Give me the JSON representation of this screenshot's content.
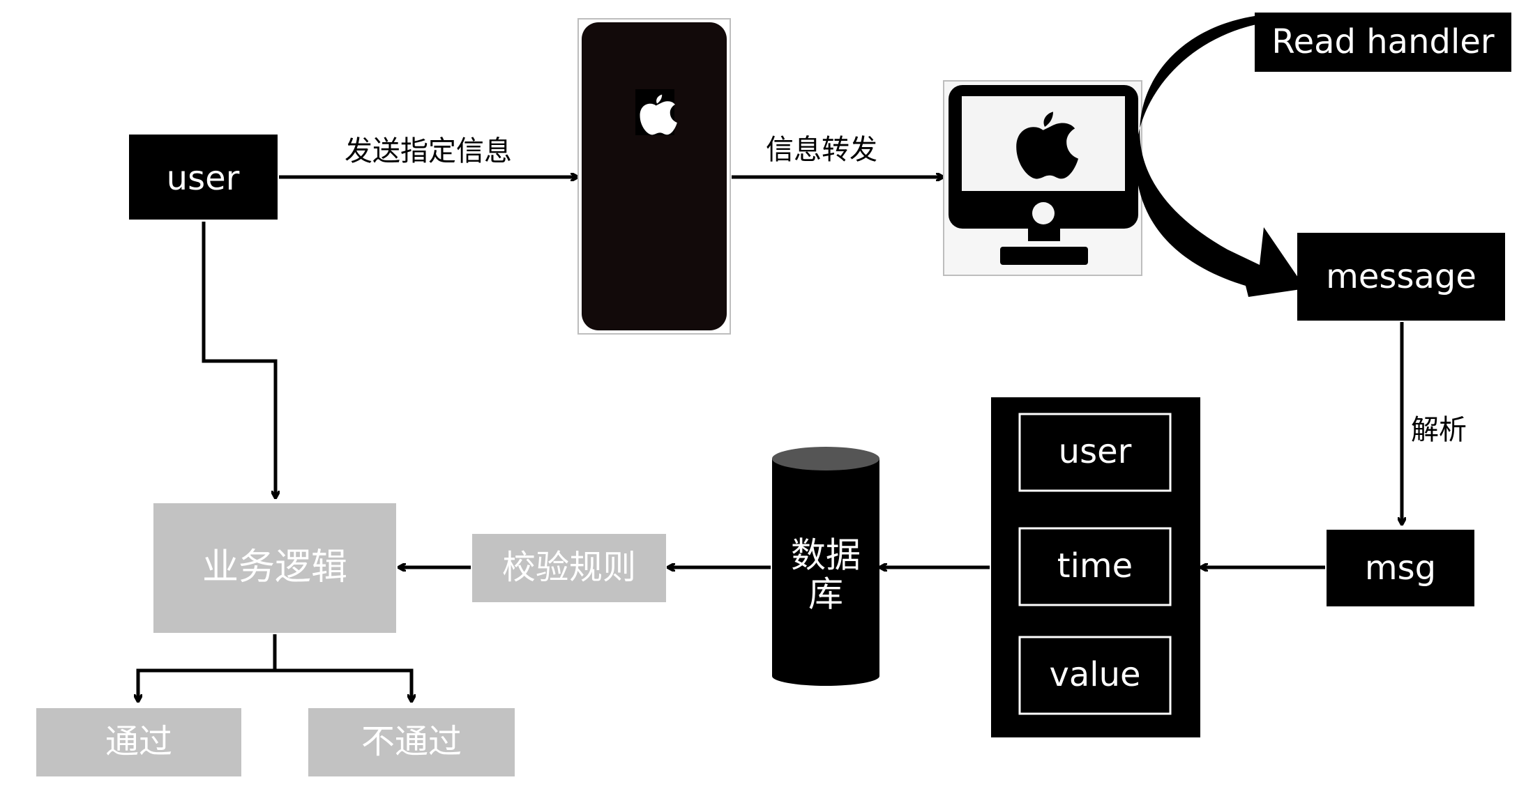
{
  "nodes": {
    "user": "user",
    "read_handler": "Read handler",
    "message": "message",
    "msg": "msg",
    "record_fields": [
      "user",
      "time",
      "value"
    ],
    "database": [
      "数据",
      "库"
    ],
    "validation_rules": "校验规则",
    "business_logic": "业务逻辑",
    "pass": "通过",
    "fail": "不通过"
  },
  "edges": {
    "send_specified_info": "发送指定信息",
    "forward_info": "信息转发",
    "parse": "解析"
  },
  "colors": {
    "dark_box": "#000000",
    "phone_body": "#120a0a",
    "gray_box": "#c2c2c2",
    "gray_text": "#ffffff",
    "line": "#000000"
  },
  "icons": [
    "apple-logo-icon",
    "smartphone-icon",
    "desktop-monitor-icon",
    "curved-arrow-icon"
  ]
}
